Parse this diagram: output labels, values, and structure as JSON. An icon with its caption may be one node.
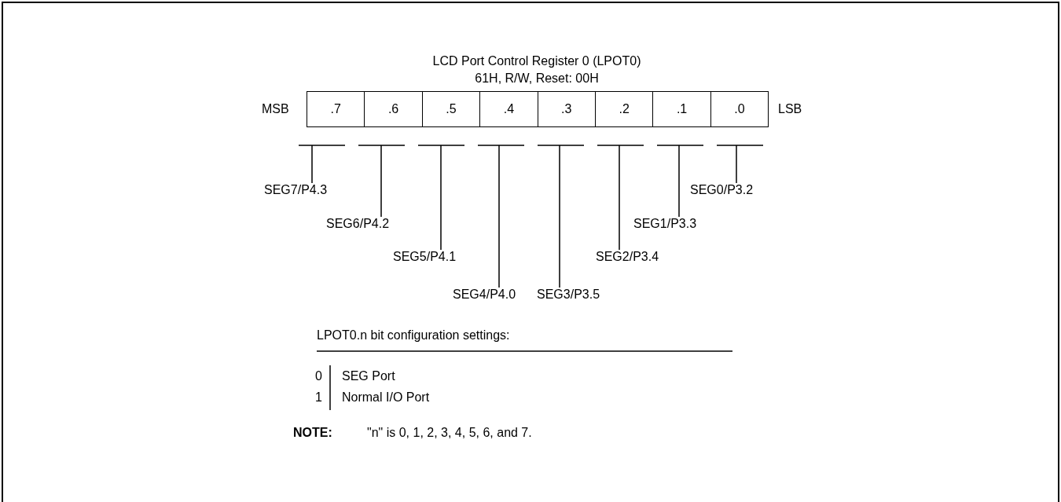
{
  "diagram": {
    "title": "LCD Port Control Register 0 (LPOT0)",
    "nodes": [
      {
        "text": [
          ".7"
        ]
      },
      {
        "text": [
          ".6"
        ]
      },
      {
        "text": [
          ".5"
        ]
      },
      {
        "text": [
          ".4"
        ]
      },
      {
        "text": [
          ".3"
        ]
      },
      {
        "text": [
          ".2"
        ]
      },
      {
        "text": [
          ".1"
        ]
      },
      {
        "text": [
          ".0"
        ]
      },
      {
        "text": [
          "SEG7/P4.3"
        ]
      },
      {
        "text": [
          "SEG6/P4.2"
        ]
      },
      {
        "text": [
          "SEG5/P4.1"
        ]
      },
      {
        "text": [
          "SEG4/P4.0"
        ]
      },
      {
        "text": [
          "SEG3/P3.5"
        ]
      },
      {
        "text": [
          "SEG2/P3.4"
        ]
      },
      {
        "text": [
          "SEG1/P3.3"
        ]
      },
      {
        "text": [
          "SEG0/P3.2"
        ]
      }
    ],
    "edges": [
      {
        "from": 8,
        "to": 0,
        "arrow": "none"
      },
      {
        "from": 9,
        "to": 1,
        "arrow": "none"
      },
      {
        "from": 10,
        "to": 2,
        "arrow": "none"
      },
      {
        "from": 11,
        "to": 3,
        "arrow": "none"
      },
      {
        "from": 12,
        "to": 4,
        "arrow": "none"
      },
      {
        "from": 13,
        "to": 5,
        "arrow": "none"
      },
      {
        "from": 14,
        "to": 6,
        "arrow": "none"
      },
      {
        "from": 15,
        "to": 7,
        "arrow": "none"
      }
    ],
    "labels": [
      "61H, R/W, Reset: 00H",
      "MSB",
      "LSB",
      "LPOT0.n bit configuration settings:",
      "0",
      "SEG Port",
      "1",
      "Normal I/O Port",
      "NOTE:",
      "\"n\" is 0, 1, 2, 3, 4, 5, 6, and 7."
    ]
  }
}
